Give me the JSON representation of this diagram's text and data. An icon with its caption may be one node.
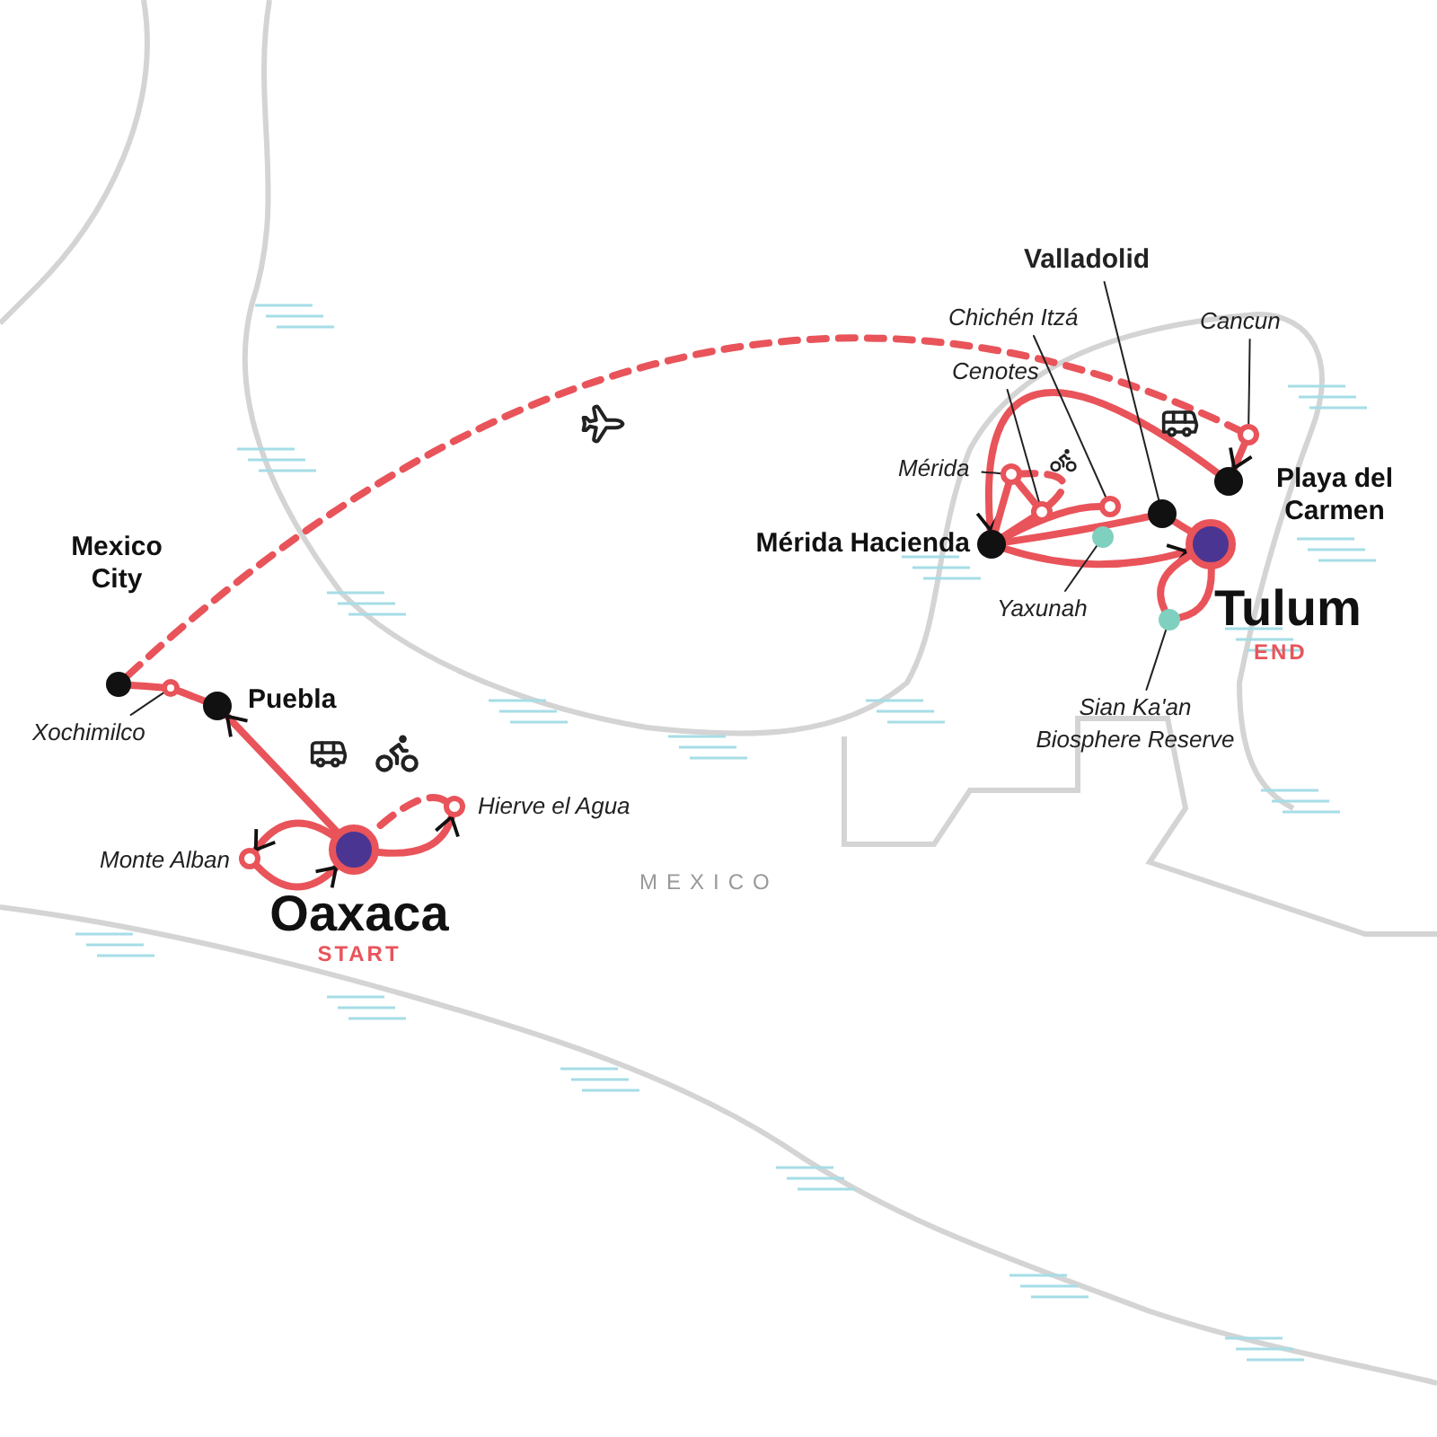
{
  "diagram": {
    "nodes": [
      {
        "text": [],
        "shape": "circle",
        "beside": [
          "Mexico City"
        ]
      },
      {
        "text": [],
        "shape": "circle"
      },
      {
        "text": [
          "Xochimilco"
        ]
      },
      {
        "text": [],
        "shape": "circle",
        "beside": [
          "Puebla"
        ]
      },
      {
        "text": [],
        "shape": "circle",
        "beside": [
          "Oaxaca",
          "START"
        ]
      },
      {
        "text": [],
        "shape": "circle",
        "beside": [
          "Monte Alban"
        ]
      },
      {
        "text": [],
        "shape": "circle",
        "beside": [
          "Hierve el Agua"
        ]
      },
      {
        "text": [],
        "shape": "circle",
        "beside": [
          "Mérida Hacienda"
        ]
      },
      {
        "text": [],
        "shape": "circle"
      },
      {
        "text": [
          "Mérida"
        ]
      },
      {
        "text": [],
        "shape": "circle"
      },
      {
        "text": [
          "Cenotes"
        ]
      },
      {
        "text": [],
        "shape": "circle"
      },
      {
        "text": [
          "Chichén Itzá"
        ]
      },
      {
        "text": [],
        "shape": "circle"
      },
      {
        "text": [
          "Valladolid"
        ]
      },
      {
        "text": [],
        "shape": "circle"
      },
      {
        "text": [
          "Yaxunah"
        ]
      },
      {
        "text": [],
        "shape": "circle",
        "beside": [
          "Tulum",
          "END"
        ]
      },
      {
        "text": [],
        "shape": "circle"
      },
      {
        "text": [
          "Sian Ka'an Biosphere Reserve"
        ]
      },
      {
        "text": [],
        "shape": "circle",
        "beside": [
          "Playa del Carmen"
        ]
      },
      {
        "text": [],
        "shape": "circle"
      },
      {
        "text": [
          "Cancun"
        ]
      }
    ],
    "edges": [
      {
        "from": 4,
        "to": 3,
        "arrow": "to"
      },
      {
        "from": 3,
        "to": 1,
        "arrow": "none"
      },
      {
        "from": 1,
        "to": 0,
        "arrow": "none"
      },
      {
        "from": 0,
        "to": 22,
        "arrow": "none",
        "style": "dashed"
      },
      {
        "from": 22,
        "to": 21,
        "arrow": "to"
      },
      {
        "from": 21,
        "to": 7,
        "arrow": "to"
      },
      {
        "from": 7,
        "to": 8,
        "arrow": "none"
      },
      {
        "from": 8,
        "to": 10,
        "arrow": "none"
      },
      {
        "from": 7,
        "to": 10,
        "arrow": "none"
      },
      {
        "from": 10,
        "to": 8,
        "arrow": "none",
        "style": "dashed"
      },
      {
        "from": 7,
        "to": 12,
        "arrow": "none"
      },
      {
        "from": 7,
        "to": 14,
        "arrow": "none"
      },
      {
        "from": 14,
        "to": 18,
        "arrow": "none"
      },
      {
        "from": 7,
        "to": 18,
        "arrow": "to"
      },
      {
        "from": 18,
        "to": 19,
        "arrow": "none"
      },
      {
        "from": 19,
        "to": 18,
        "arrow": "none"
      },
      {
        "from": 4,
        "to": 5,
        "arrow": "to"
      },
      {
        "from": 5,
        "to": 4,
        "arrow": "to"
      },
      {
        "from": 4,
        "to": 6,
        "arrow": "to"
      },
      {
        "from": 6,
        "to": 4,
        "arrow": "none",
        "style": "dashed"
      },
      {
        "from": 2,
        "to": 1,
        "arrow": "none",
        "color": "#222222"
      },
      {
        "from": 9,
        "to": 8,
        "arrow": "none",
        "color": "#222222"
      },
      {
        "from": 11,
        "to": 10,
        "arrow": "none",
        "color": "#222222"
      },
      {
        "from": 13,
        "to": 12,
        "arrow": "none",
        "color": "#222222"
      },
      {
        "from": 15,
        "to": 14,
        "arrow": "none",
        "color": "#222222"
      },
      {
        "from": 17,
        "to": 16,
        "arrow": "none",
        "color": "#222222"
      },
      {
        "from": 20,
        "to": 19,
        "arrow": "none",
        "color": "#222222"
      },
      {
        "from": 23,
        "to": 22,
        "arrow": "none",
        "color": "#222222"
      }
    ],
    "labels": [
      "MEXICO"
    ]
  }
}
